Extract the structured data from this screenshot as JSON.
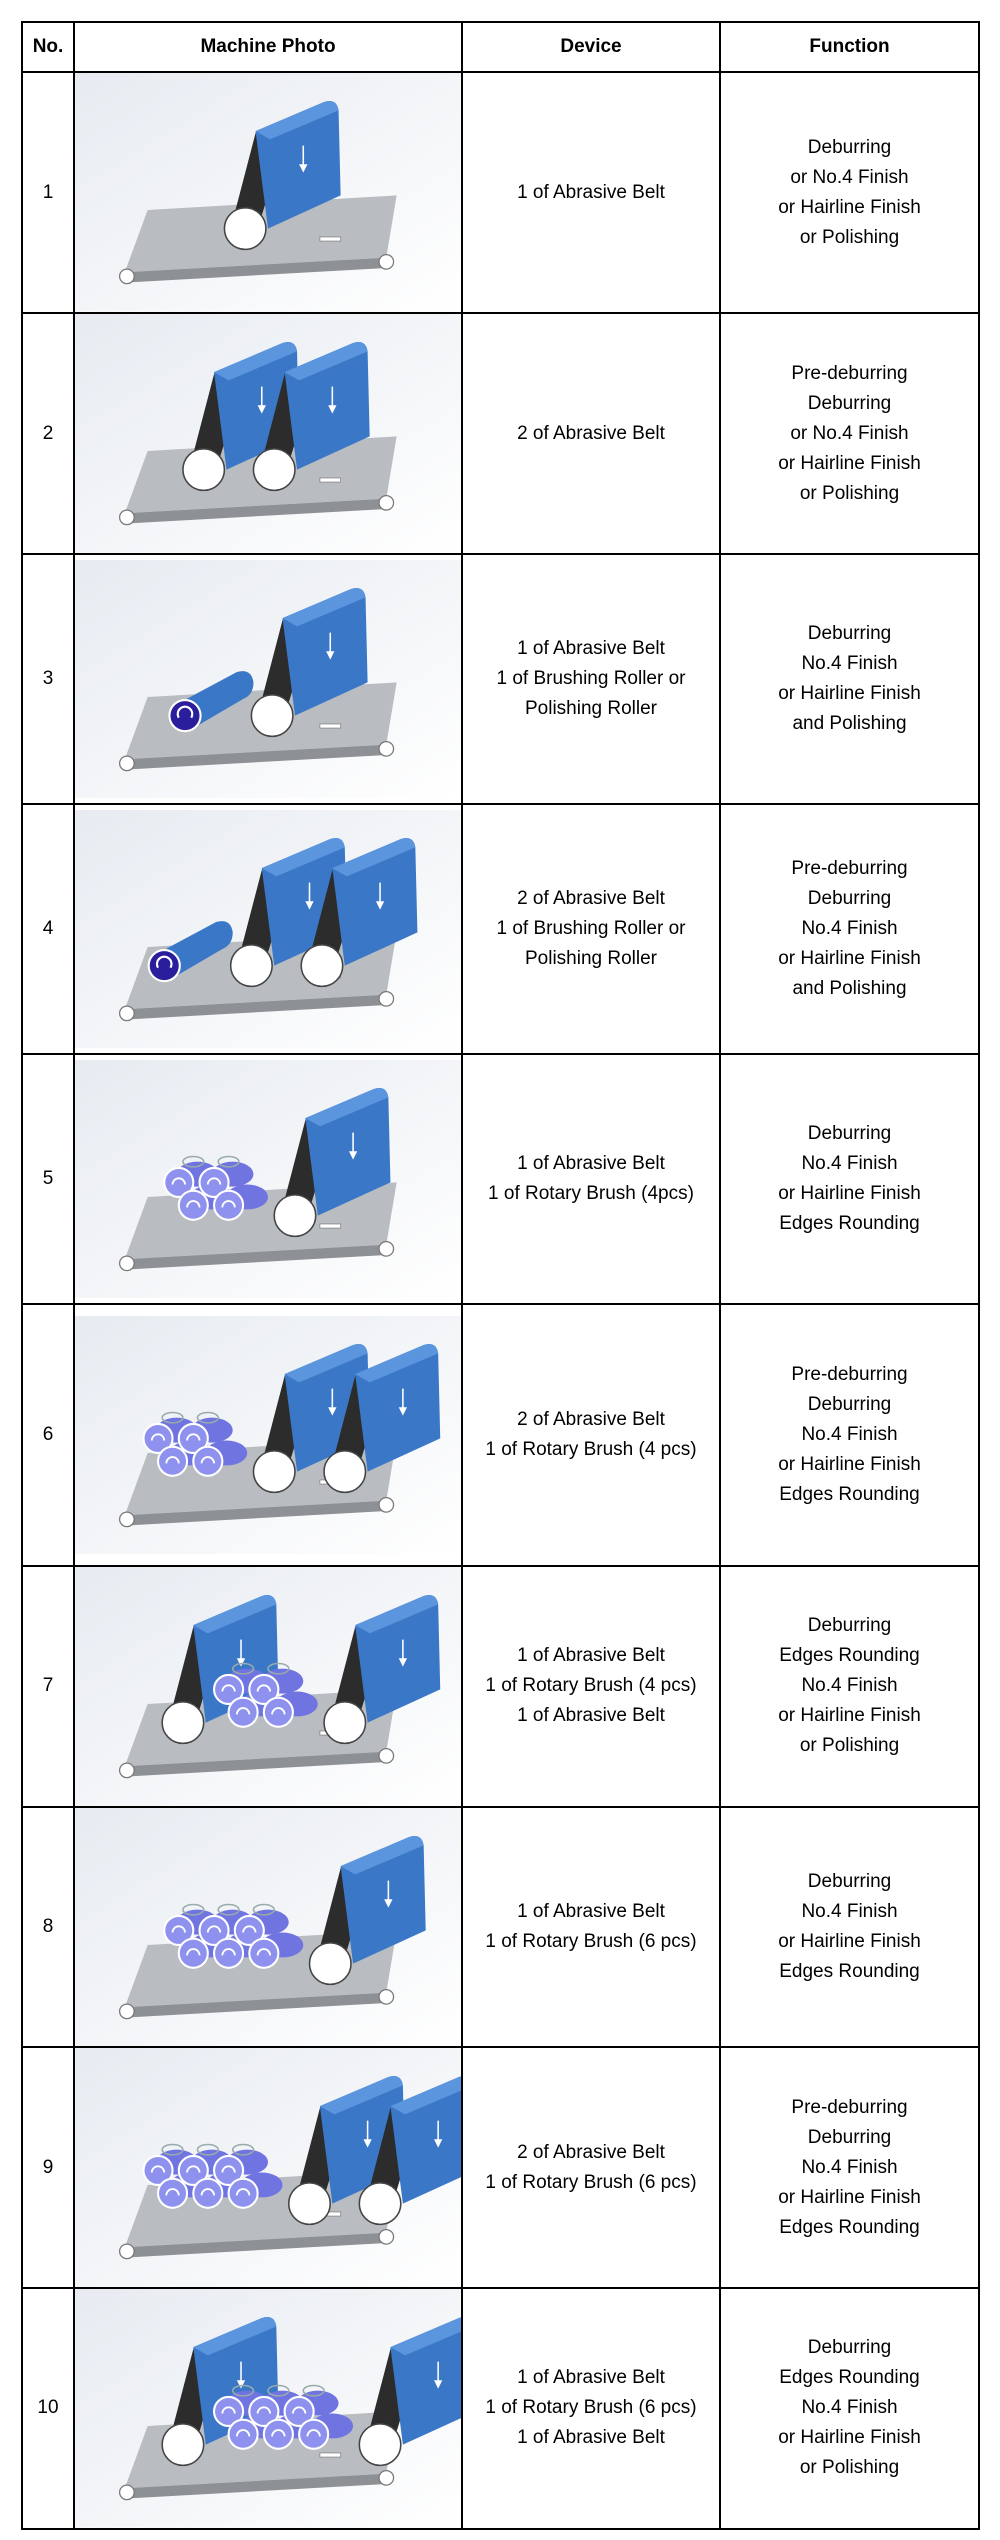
{
  "headers": [
    "No.",
    "Machine Photo",
    "Device",
    "Function"
  ],
  "colors": {
    "belt": "#3a78c7",
    "brush": "#6f74e0",
    "roller_dark": "#2a1e9c",
    "conveyor": "#b9bcc1"
  },
  "rows": [
    {
      "no": "1",
      "device": [
        "1 of Abrasive Belt"
      ],
      "function": [
        "Deburring",
        "or No.4 Finish",
        "or Hairline Finish",
        "or Polishing"
      ],
      "parts": [
        "belt"
      ]
    },
    {
      "no": "2",
      "device": [
        "2 of Abrasive Belt"
      ],
      "function": [
        "Pre-deburring",
        "Deburring",
        "or No.4 Finish",
        "or Hairline Finish",
        "or Polishing"
      ],
      "parts": [
        "belt",
        "belt"
      ]
    },
    {
      "no": "3",
      "device": [
        "1 of Abrasive Belt",
        "1 of Brushing Roller or",
        "Polishing Roller"
      ],
      "function": [
        "Deburring",
        "No.4 Finish",
        "or Hairline Finish",
        "and Polishing"
      ],
      "parts": [
        "roller",
        "belt"
      ]
    },
    {
      "no": "4",
      "device": [
        "2 of Abrasive Belt",
        "1 of Brushing Roller or",
        "Polishing Roller"
      ],
      "function": [
        "Pre-deburring",
        "Deburring",
        "No.4 Finish",
        "or Hairline Finish",
        "and Polishing"
      ],
      "parts": [
        "roller",
        "belt",
        "belt"
      ]
    },
    {
      "no": "5",
      "device": [
        "1 of Abrasive Belt",
        "1 of Rotary Brush (4pcs)"
      ],
      "function": [
        "Deburring",
        "No.4 Finish",
        "or Hairline Finish",
        "Edges Rounding"
      ],
      "parts": [
        "brush4",
        "belt"
      ]
    },
    {
      "no": "6",
      "device": [
        "2 of Abrasive Belt",
        "1 of Rotary Brush (4 pcs)"
      ],
      "function": [
        "Pre-deburring",
        "Deburring",
        "No.4 Finish",
        "or Hairline Finish",
        "Edges Rounding"
      ],
      "parts": [
        "brush4",
        "belt",
        "belt"
      ]
    },
    {
      "no": "7",
      "device": [
        "1 of Abrasive Belt",
        "1 of Rotary Brush (4 pcs)",
        "1 of Abrasive Belt"
      ],
      "function": [
        "Deburring",
        "Edges Rounding",
        "No.4 Finish",
        "or Hairline Finish",
        "or Polishing"
      ],
      "parts": [
        "belt",
        "brush4",
        "belt"
      ]
    },
    {
      "no": "8",
      "device": [
        "1 of Abrasive Belt",
        "1 of Rotary Brush (6 pcs)"
      ],
      "function": [
        "Deburring",
        "No.4 Finish",
        "or Hairline Finish",
        "Edges Rounding"
      ],
      "parts": [
        "brush6",
        "belt"
      ]
    },
    {
      "no": "9",
      "device": [
        "2 of Abrasive Belt",
        "1 of Rotary Brush (6 pcs)"
      ],
      "function": [
        "Pre-deburring",
        "Deburring",
        "No.4 Finish",
        "or Hairline Finish",
        "Edges Rounding"
      ],
      "parts": [
        "brush6",
        "belt",
        "belt"
      ]
    },
    {
      "no": "10",
      "device": [
        "1 of Abrasive Belt",
        "1 of Rotary Brush (6 pcs)",
        "1 of Abrasive Belt"
      ],
      "function": [
        "Deburring",
        "Edges Rounding",
        "No.4 Finish",
        "or Hairline Finish",
        "or Polishing"
      ],
      "parts": [
        "belt",
        "brush6",
        "belt"
      ]
    }
  ]
}
